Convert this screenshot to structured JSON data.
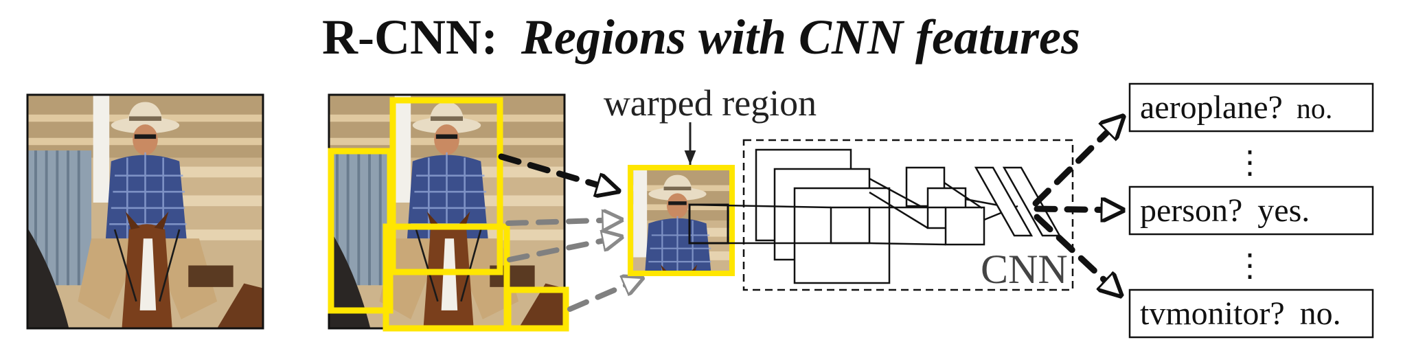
{
  "title": {
    "prefix": "R-CNN:",
    "main": "Regions with CNN features"
  },
  "labels": {
    "warped_region": "warped region",
    "cnn": "CNN"
  },
  "outputs": [
    {
      "cls": "aeroplane?",
      "answer": "no."
    },
    {
      "cls": "person?",
      "answer": "yes."
    },
    {
      "cls": "tvmonitor?",
      "answer": "no."
    }
  ],
  "ellipsis": "⋮",
  "colors": {
    "region_box": "#ffe600",
    "text": "#111111",
    "arrow_dark": "#111111",
    "arrow_gray": "#808080",
    "sky": "#c9b790",
    "shirt": "#3b4f8c",
    "horse": "#7a3f1c",
    "fence": "#d8b98a",
    "metal": "#8fa0b0"
  },
  "icons": {
    "input_image": "cowboy-on-horse-photo",
    "proposal_image": "cowboy-on-horse-photo-with-regions",
    "warped_image": "warped-crop-photo"
  }
}
